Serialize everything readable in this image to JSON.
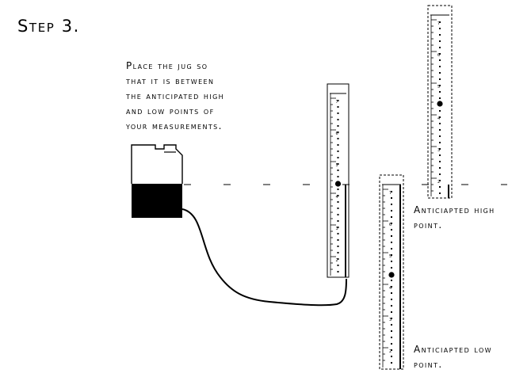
{
  "title": "Step 3.",
  "instruction_lines": [
    "Place the jug so",
    "that it is between",
    "the anticipated high",
    "and low points of",
    "your measurements."
  ],
  "label_high": [
    "Anticiapted high",
    "point."
  ],
  "label_low": [
    "Anticiapted low",
    "point."
  ],
  "ruler_labels": [
    "7",
    "6",
    "5",
    "4",
    "3",
    "2",
    "1"
  ]
}
